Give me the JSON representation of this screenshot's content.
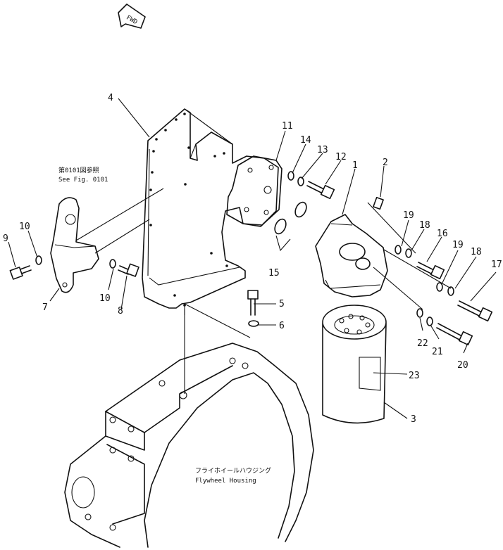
{
  "fwd_label": "FWD",
  "see_fig_jp": "第0101図参照",
  "see_fig_en": "See Fig. 0101",
  "housing_jp": "フライホイールハウジング",
  "housing_en": "Flywheel Housing",
  "callouts": {
    "c1": "1",
    "c2": "2",
    "c3": "3",
    "c4": "4",
    "c5": "5",
    "c6": "6",
    "c7": "7",
    "c8": "8",
    "c9": "9",
    "c10a": "10",
    "c10b": "10",
    "c11": "11",
    "c12": "12",
    "c13": "13",
    "c14": "14",
    "c15": "15",
    "c16": "16",
    "c17": "17",
    "c18a": "18",
    "c18b": "18",
    "c19a": "19",
    "c19b": "19",
    "c20": "20",
    "c21": "21",
    "c22": "22",
    "c23": "23"
  }
}
